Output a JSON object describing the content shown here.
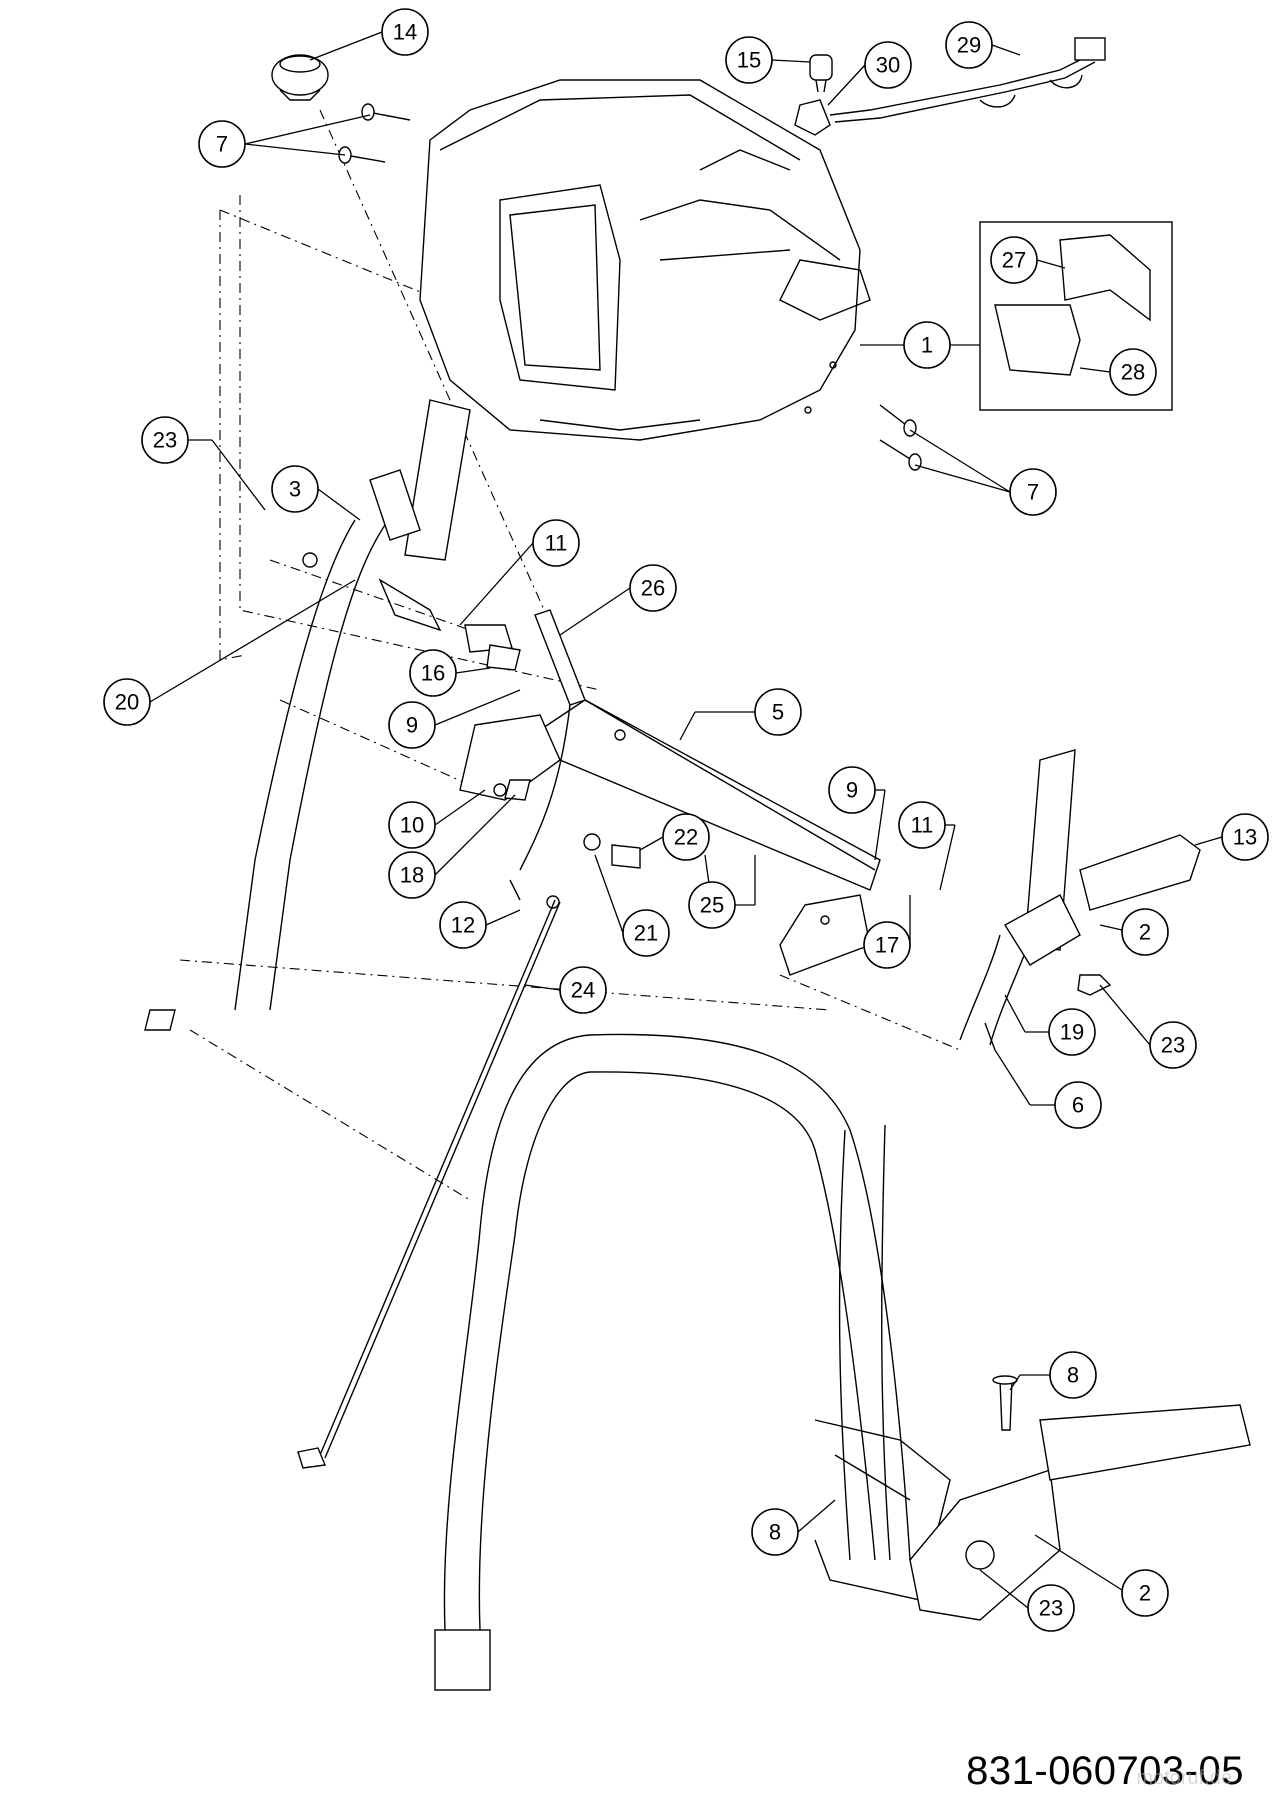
{
  "drawing_number": "831-060703-05",
  "watermark": "motoruf.de",
  "callouts": [
    "1",
    "2",
    "2",
    "3",
    "5",
    "6",
    "7",
    "7",
    "8",
    "8",
    "9",
    "9",
    "10",
    "11",
    "11",
    "12",
    "13",
    "14",
    "15",
    "16",
    "17",
    "18",
    "19",
    "20",
    "21",
    "22",
    "23",
    "23",
    "23",
    "24",
    "25",
    "26",
    "27",
    "28",
    "29",
    "30"
  ]
}
